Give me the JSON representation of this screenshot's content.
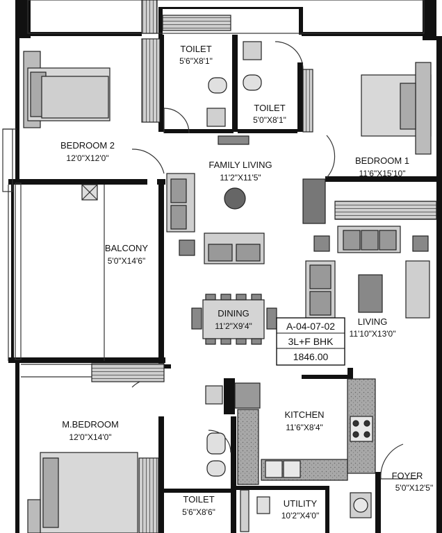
{
  "plan": {
    "unit_code": "A-04-07-02",
    "unit_type": "3L+F BHK",
    "unit_area": "1846.00"
  },
  "rooms": {
    "toilet_top_left": {
      "name": "TOILET",
      "size": "5'6\"X8'1\""
    },
    "toilet_top_right": {
      "name": "TOILET",
      "size": "5'0\"X8'1\""
    },
    "bedroom2": {
      "name": "BEDROOM 2",
      "size": "12'0\"X12'0\""
    },
    "bedroom1": {
      "name": "BEDROOM 1",
      "size": "11'6\"X15'10\""
    },
    "family_living": {
      "name": "FAMILY LIVING",
      "size": "11'2\"X11'5\""
    },
    "balcony": {
      "name": "BALCONY",
      "size": "5'0\"X14'6\""
    },
    "dining": {
      "name": "DINING",
      "size": "11'2\"X9'4\""
    },
    "living": {
      "name": "LIVING",
      "size": "11'10\"X13'0\""
    },
    "kitchen": {
      "name": "KITCHEN",
      "size": "11'6\"X8'4\""
    },
    "m_bedroom": {
      "name": "M.BEDROOM",
      "size": "12'0\"X14'0\""
    },
    "toilet_bottom": {
      "name": "TOILET",
      "size": "5'6\"X8'6\""
    },
    "utility": {
      "name": "UTILITY",
      "size": "10'2\"X4'0\""
    },
    "foyer": {
      "name": "FOYER",
      "size": "5'0\"X12'5\""
    }
  },
  "colors": {
    "wall": "#111111",
    "furniture_fill": "#bdbdbd",
    "counter_fill": "#9e9e9e",
    "line": "#333333"
  }
}
